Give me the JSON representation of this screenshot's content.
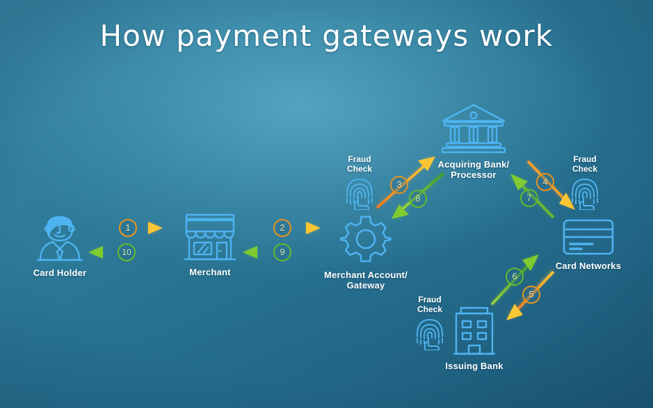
{
  "title": "How payment gateways work",
  "theme": {
    "background_top": "#3a87a6",
    "background_bottom": "#1d5978",
    "icon_blue": "#4fb3f0",
    "forward_orange": "#f3a01c",
    "return_green": "#6fc12c",
    "text_white": "#ffffff"
  },
  "nodes": [
    {
      "id": "card-holder",
      "label": "Card Holder",
      "icon": "person-icon"
    },
    {
      "id": "merchant",
      "label": "Merchant",
      "icon": "storefront-icon"
    },
    {
      "id": "gateway",
      "label": "Merchant Account/\nGateway",
      "icon": "gear-icon"
    },
    {
      "id": "acquiring-bank",
      "label": "Acquiring Bank/\nProcessor",
      "icon": "bank-building-icon"
    },
    {
      "id": "card-networks",
      "label": "Card Networks",
      "icon": "credit-card-icon"
    },
    {
      "id": "issuing-bank",
      "label": "Issuing Bank",
      "icon": "office-building-icon"
    }
  ],
  "fraud_checks": [
    {
      "id": "fraud-check-gateway",
      "label": "Fraud\nCheck",
      "icon": "fingerprint-icon"
    },
    {
      "id": "fraud-check-networks",
      "label": "Fraud\nCheck",
      "icon": "fingerprint-icon"
    },
    {
      "id": "fraud-check-issuing",
      "label": "Fraud\nCheck",
      "icon": "fingerprint-icon"
    }
  ],
  "steps": [
    {
      "number": "1",
      "color": "orange",
      "from": "card-holder",
      "to": "merchant",
      "direction": "right"
    },
    {
      "number": "2",
      "color": "orange",
      "from": "merchant",
      "to": "gateway",
      "direction": "right"
    },
    {
      "number": "3",
      "color": "orange",
      "from": "gateway",
      "to": "acquiring-bank",
      "direction": "up-right"
    },
    {
      "number": "4",
      "color": "orange",
      "from": "acquiring-bank",
      "to": "card-networks",
      "direction": "down-right"
    },
    {
      "number": "5",
      "color": "orange",
      "from": "card-networks",
      "to": "issuing-bank",
      "direction": "down-left"
    },
    {
      "number": "6",
      "color": "green",
      "from": "issuing-bank",
      "to": "card-networks",
      "direction": "up-right"
    },
    {
      "number": "7",
      "color": "green",
      "from": "card-networks",
      "to": "acquiring-bank",
      "direction": "up-left"
    },
    {
      "number": "8",
      "color": "green",
      "from": "acquiring-bank",
      "to": "gateway",
      "direction": "down-left"
    },
    {
      "number": "9",
      "color": "green",
      "from": "gateway",
      "to": "merchant",
      "direction": "left"
    },
    {
      "number": "10",
      "color": "green",
      "from": "merchant",
      "to": "card-holder",
      "direction": "left"
    }
  ]
}
